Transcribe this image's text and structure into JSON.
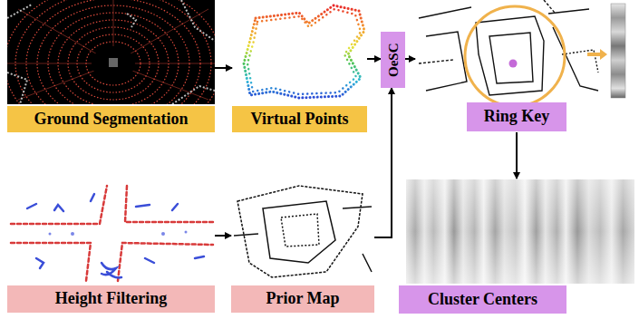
{
  "diagram": {
    "nodes": [
      {
        "text": [
          "Ground Segmentation"
        ]
      },
      {
        "text": [
          "Virtual Points"
        ]
      },
      {
        "text": [
          "OeSC"
        ]
      },
      {
        "text": [
          "Ring Key"
        ]
      },
      {
        "text": [
          "Height Filtering"
        ]
      },
      {
        "text": [
          "Prior Map"
        ]
      },
      {
        "text": [
          "Cluster Centers"
        ]
      }
    ],
    "edges": [
      {
        "from": 0,
        "to": 1,
        "arrow": "to"
      },
      {
        "from": 1,
        "to": 2,
        "arrow": "to"
      },
      {
        "from": 2,
        "to": 3,
        "arrow": "to"
      },
      {
        "from": 4,
        "to": 5,
        "arrow": "to"
      },
      {
        "from": 5,
        "to": 2,
        "arrow": "to"
      },
      {
        "from": 3,
        "to": 6,
        "arrow": "to"
      }
    ]
  }
}
